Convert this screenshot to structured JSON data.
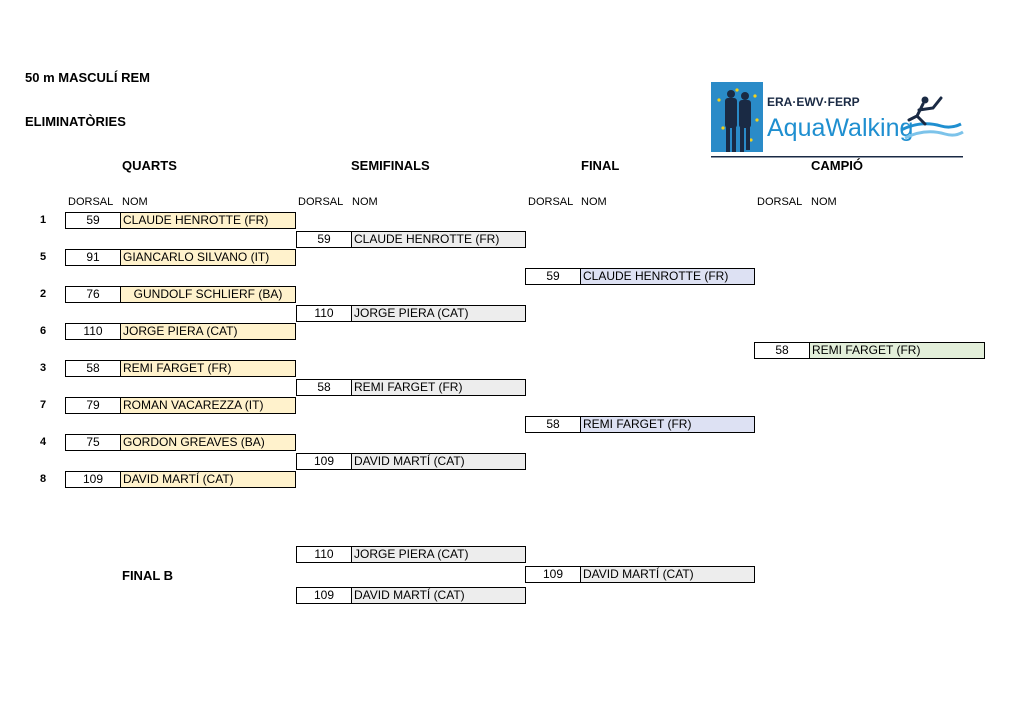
{
  "header": {
    "title": "50 m MASCULÍ REM",
    "subtitle": "ELIMINATÒRIES"
  },
  "rounds": {
    "quarts": "QUARTS",
    "semifinals": "SEMIFINALS",
    "final": "FINAL",
    "champion": "CAMPIÓ"
  },
  "columns": {
    "dorsal": "DORSAL",
    "nom": "NOM"
  },
  "logo": {
    "text_top": "ERA·EWV·FERP",
    "text_main": "AquaWalking"
  },
  "quarterfinals": [
    {
      "seed": "1",
      "dorsal": "59",
      "name": "CLAUDE HENROTTE (FR)"
    },
    {
      "seed": "5",
      "dorsal": "91",
      "name": "GIANCARLO SILVANO (IT)"
    },
    {
      "seed": "2",
      "dorsal": "76",
      "name": "GUNDOLF SCHLIERF (BA)"
    },
    {
      "seed": "6",
      "dorsal": "110",
      "name": "JORGE PIERA (CAT)"
    },
    {
      "seed": "3",
      "dorsal": "58",
      "name": "REMI FARGET (FR)"
    },
    {
      "seed": "7",
      "dorsal": "79",
      "name": "ROMAN VACAREZZA (IT)"
    },
    {
      "seed": "4",
      "dorsal": "75",
      "name": "GORDON GREAVES (BA)"
    },
    {
      "seed": "8",
      "dorsal": "109",
      "name": "DAVID MARTÍ (CAT)"
    }
  ],
  "semifinals": [
    {
      "dorsal": "59",
      "name": "CLAUDE HENROTTE (FR)"
    },
    {
      "dorsal": "110",
      "name": "JORGE PIERA (CAT)"
    },
    {
      "dorsal": "58",
      "name": "REMI FARGET (FR)"
    },
    {
      "dorsal": "109",
      "name": "DAVID MARTÍ (CAT)"
    }
  ],
  "final": [
    {
      "dorsal": "59",
      "name": "CLAUDE HENROTTE (FR)"
    },
    {
      "dorsal": "58",
      "name": "REMI FARGET (FR)"
    }
  ],
  "champion": {
    "dorsal": "58",
    "name": "REMI FARGET (FR)"
  },
  "final_b": {
    "label": "FINAL B",
    "entries": [
      {
        "dorsal": "110",
        "name": "JORGE PIERA (CAT)"
      },
      {
        "dorsal": "109",
        "name": "DAVID MARTÍ (CAT)"
      }
    ],
    "winner": {
      "dorsal": "109",
      "name": "DAVID MARTÍ (CAT)"
    }
  }
}
